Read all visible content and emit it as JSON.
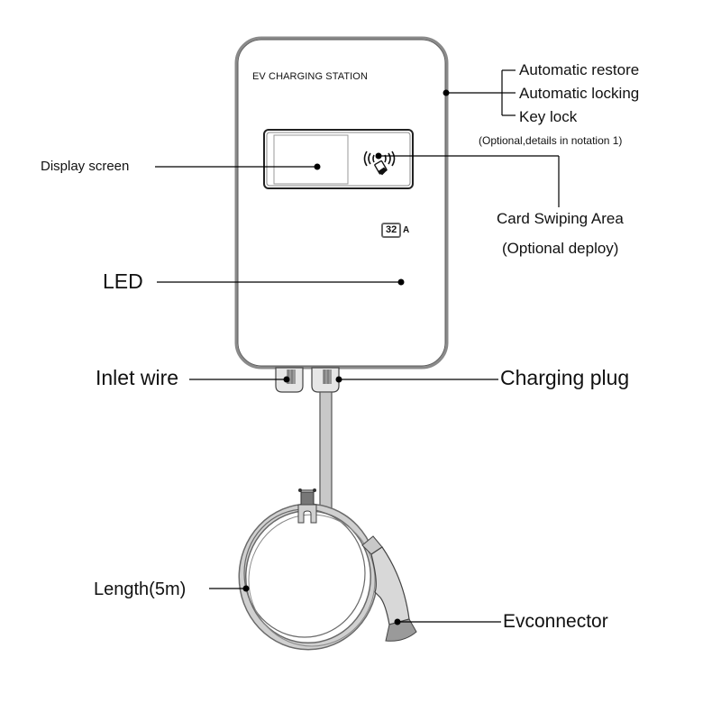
{
  "device": {
    "title": "EV CHARGING STATION",
    "amp_rating_number": "32",
    "amp_rating_unit": "A"
  },
  "labels": {
    "display_screen": "Display screen",
    "led": "LED",
    "inlet_wire": "Inlet wire",
    "charging_plug": "Charging plug",
    "length": "Length(5m)",
    "evconnector": "Evconnector",
    "card_swiping_area": "Card Swiping Area",
    "card_swiping_note": "(Optional deploy)",
    "lock_options": [
      "Automatic restore",
      "Automatic locking",
      "Key lock"
    ],
    "lock_note": "(Optional,details in notation 1)"
  },
  "icons": {
    "rfid": "rfid-card-icon"
  },
  "colors": {
    "outline": "#555555",
    "body_fill": "#ffffff",
    "cable_fill": "#c8c8c8",
    "cable_stroke": "#6a6a6a",
    "leader": "#000000"
  }
}
